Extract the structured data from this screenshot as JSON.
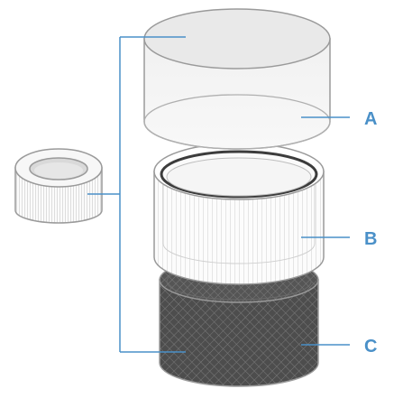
{
  "colors": {
    "accent": "#4a90c8",
    "outline": "#9a9a9a",
    "mesh_dark": "#4d4d4d",
    "mesh_light": "#6a6a6a"
  },
  "callouts": {
    "a": "A",
    "b": "B",
    "c": "C"
  }
}
